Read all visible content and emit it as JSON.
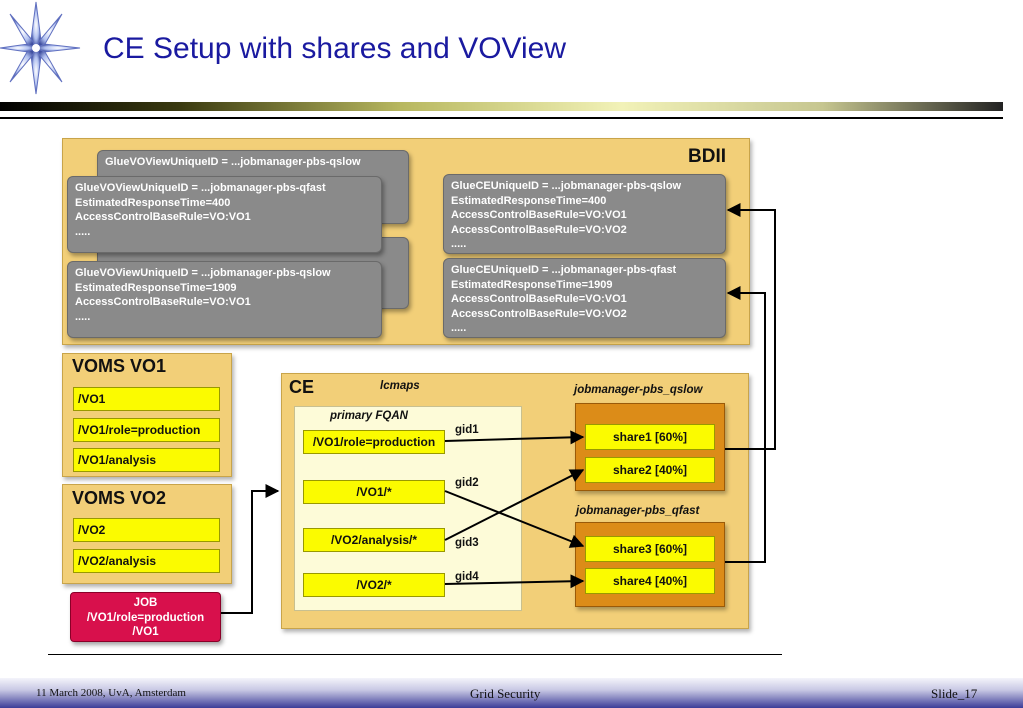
{
  "slide": {
    "title": "CE Setup with shares and VOView",
    "footer_left": "11 March 2008, UvA, Amsterdam",
    "footer_center": "Grid Security",
    "footer_right": "Slide_17"
  },
  "bdii": {
    "label": "BDII",
    "vo_views": [
      {
        "text": "GlueVOViewUniqueID = ...jobmanager-pbs-qslow"
      },
      {
        "text": "GlueVOViewUniqueID = ...jobmanager-pbs-qfast\nEstimatedResponseTime=400\nAccessControlBaseRule=VO:VO1\n....."
      },
      {
        "text": "GlueVOViewUniqueID = ...jobmanager-pbs-qslow\nEstimatedResponseTime=1909\nAccessControlBaseRule=VO:VO1\n....."
      }
    ],
    "ce_entries": [
      {
        "text": "GlueCEUniqueID = ...jobmanager-pbs-qslow\nEstimatedResponseTime=400\nAccessControlBaseRule=VO:VO1\nAccessControlBaseRule=VO:VO2\n....."
      },
      {
        "text": "GlueCEUniqueID = ...jobmanager-pbs-qfast\nEstimatedResponseTime=1909\nAccessControlBaseRule=VO:VO1\nAccessControlBaseRule=VO:VO2\n....."
      }
    ]
  },
  "voms_vo1": {
    "label": "VOMS VO1",
    "items": [
      "/VO1",
      "/VO1/role=production",
      "/VO1/analysis"
    ]
  },
  "voms_vo2": {
    "label": "VOMS VO2",
    "items": [
      "/VO2",
      "/VO2/analysis"
    ]
  },
  "job": {
    "lines": [
      "JOB",
      "/VO1/role=production",
      "/VO1"
    ],
    "color": "#d8104c"
  },
  "ce": {
    "label": "CE",
    "lcmaps_label": "lcmaps",
    "primary_fqan_label": "primary FQAN",
    "fqans": [
      "/VO1/role=production",
      "/VO1/*",
      "/VO2/analysis/*",
      "/VO2/*"
    ],
    "gids": [
      "gid1",
      "gid2",
      "gid3",
      "gid4"
    ],
    "jobmanagers": [
      {
        "label": "jobmanager-pbs_qslow",
        "shares": [
          "share1 [60%]",
          "share2 [40%]"
        ]
      },
      {
        "label": "jobmanager-pbs_qfast",
        "shares": [
          "share3 [60%]",
          "share4 [40%]"
        ]
      }
    ]
  },
  "colors": {
    "title": "#1a1aa0",
    "panel": "#f2cf78",
    "gray_box": "#8a8a8a",
    "yellow_box": "#fbfb00",
    "share_panel": "#dc8c18",
    "fqan_panel": "#fdfbd8"
  }
}
